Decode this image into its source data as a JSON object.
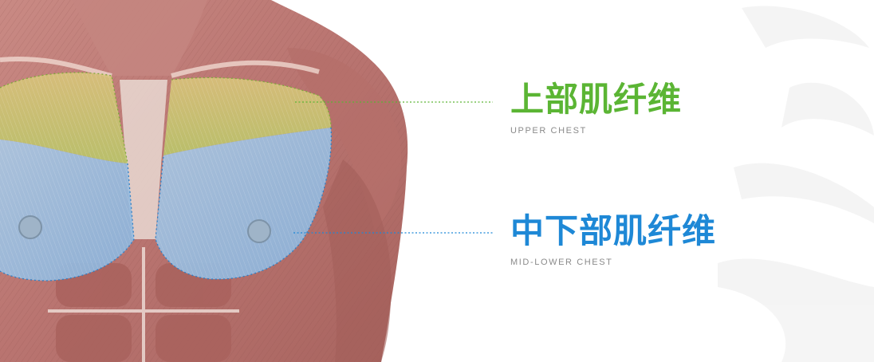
{
  "labels": {
    "upper": {
      "chinese": "上部肌纤维",
      "english": "UPPER CHEST",
      "color": "#5bb534"
    },
    "lower": {
      "chinese": "中下部肌纤维",
      "english": "MID-LOWER CHEST",
      "color": "#1e88d6"
    }
  },
  "regions": {
    "upper_chest_highlight": "#c9d66a",
    "mid_lower_chest_highlight": "#8fc3e8"
  }
}
